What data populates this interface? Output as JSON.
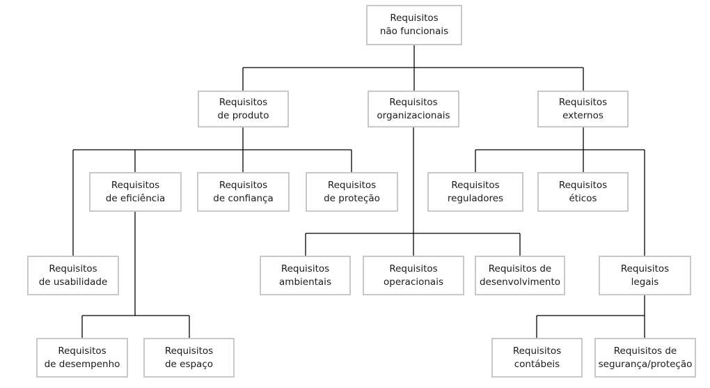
{
  "diagram": {
    "nodes": [
      {
        "id": "n-root",
        "lines": [
          "Requisitos",
          "não funcionais"
        ]
      },
      {
        "id": "n-prod",
        "lines": [
          "Requisitos",
          "de produto"
        ]
      },
      {
        "id": "n-org",
        "lines": [
          "Requisitos",
          "organizacionais"
        ]
      },
      {
        "id": "n-ext",
        "lines": [
          "Requisitos",
          "externos"
        ]
      },
      {
        "id": "n-efi",
        "lines": [
          "Requisitos",
          "de eficiência"
        ]
      },
      {
        "id": "n-conf",
        "lines": [
          "Requisitos",
          "de confiança"
        ]
      },
      {
        "id": "n-prot",
        "lines": [
          "Requisitos",
          "de proteção"
        ]
      },
      {
        "id": "n-reg",
        "lines": [
          "Requisitos",
          "reguladores"
        ]
      },
      {
        "id": "n-eti",
        "lines": [
          "Requisitos",
          "éticos"
        ]
      },
      {
        "id": "n-usa",
        "lines": [
          "Requisitos",
          "de usabilidade"
        ]
      },
      {
        "id": "n-amb",
        "lines": [
          "Requisitos",
          "ambientais"
        ]
      },
      {
        "id": "n-ope",
        "lines": [
          "Requisitos",
          "operacionais"
        ]
      },
      {
        "id": "n-dev",
        "lines": [
          "Requisitos de",
          "desenvolvimento"
        ]
      },
      {
        "id": "n-leg",
        "lines": [
          "Requisitos",
          "legais"
        ]
      },
      {
        "id": "n-des",
        "lines": [
          "Requisitos",
          "de desempenho"
        ]
      },
      {
        "id": "n-esp",
        "lines": [
          "Requisitos",
          "de espaço"
        ]
      },
      {
        "id": "n-cont",
        "lines": [
          "Requisitos",
          "contábeis"
        ]
      },
      {
        "id": "n-seg",
        "lines": [
          "Requisitos de",
          "segurança/proteção"
        ]
      }
    ],
    "edges": [
      [
        "n-root",
        "n-prod"
      ],
      [
        "n-root",
        "n-org"
      ],
      [
        "n-root",
        "n-ext"
      ],
      [
        "n-prod",
        "n-usa"
      ],
      [
        "n-prod",
        "n-efi"
      ],
      [
        "n-prod",
        "n-conf"
      ],
      [
        "n-prod",
        "n-prot"
      ],
      [
        "n-efi",
        "n-des"
      ],
      [
        "n-efi",
        "n-esp"
      ],
      [
        "n-org",
        "n-amb"
      ],
      [
        "n-org",
        "n-ope"
      ],
      [
        "n-org",
        "n-dev"
      ],
      [
        "n-ext",
        "n-reg"
      ],
      [
        "n-ext",
        "n-eti"
      ],
      [
        "n-ext",
        "n-leg"
      ],
      [
        "n-leg",
        "n-cont"
      ],
      [
        "n-leg",
        "n-seg"
      ]
    ],
    "colors": {
      "line": "#000000",
      "box_border": "#c8c8c8",
      "text": "#1a1a1a"
    }
  }
}
